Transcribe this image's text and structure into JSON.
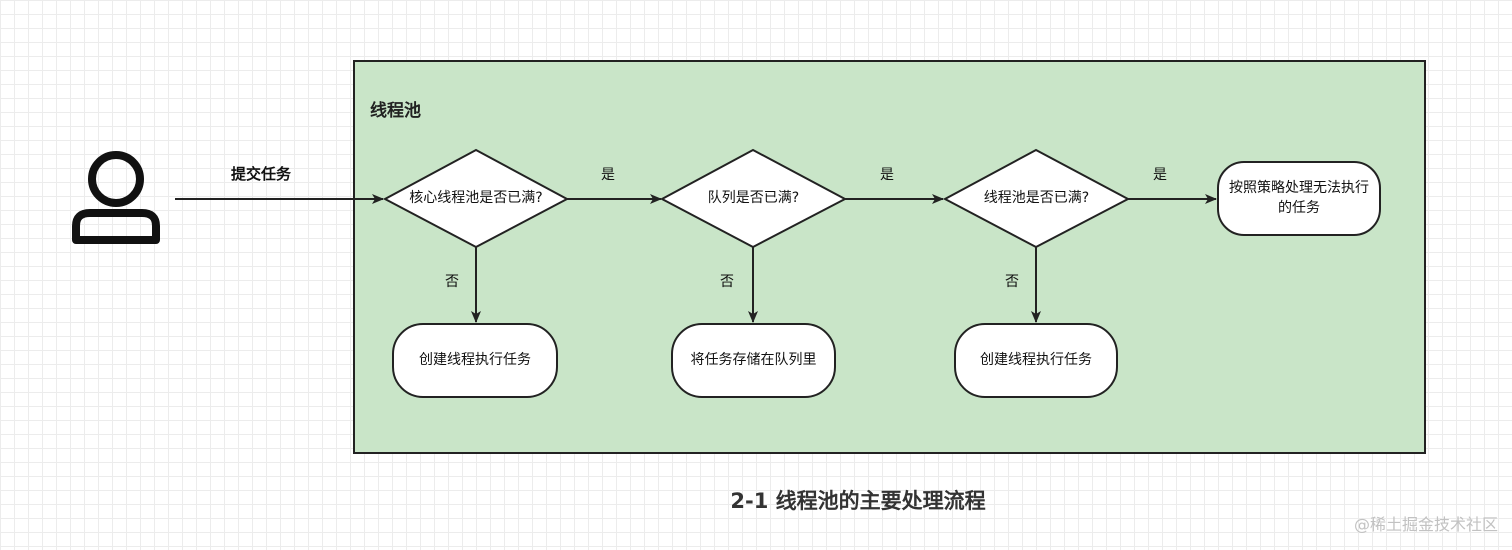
{
  "diagram": {
    "pool_title": "线程池",
    "submit_label": "提交任务",
    "yes_label": "是",
    "no_label": "否",
    "decisions": [
      {
        "label": "核心线程池是否已满?"
      },
      {
        "label": "队列是否已满?"
      },
      {
        "label": "线程池是否已满?"
      }
    ],
    "actions": [
      {
        "label": "创建线程执行任务"
      },
      {
        "label": "将任务存储在队列里"
      },
      {
        "label": "创建线程执行任务"
      },
      {
        "label": "按照策略处理无法执行的任务"
      }
    ],
    "caption": "2-1 线程池的主要处理流程",
    "watermark": "@稀土掘金技术社区"
  }
}
